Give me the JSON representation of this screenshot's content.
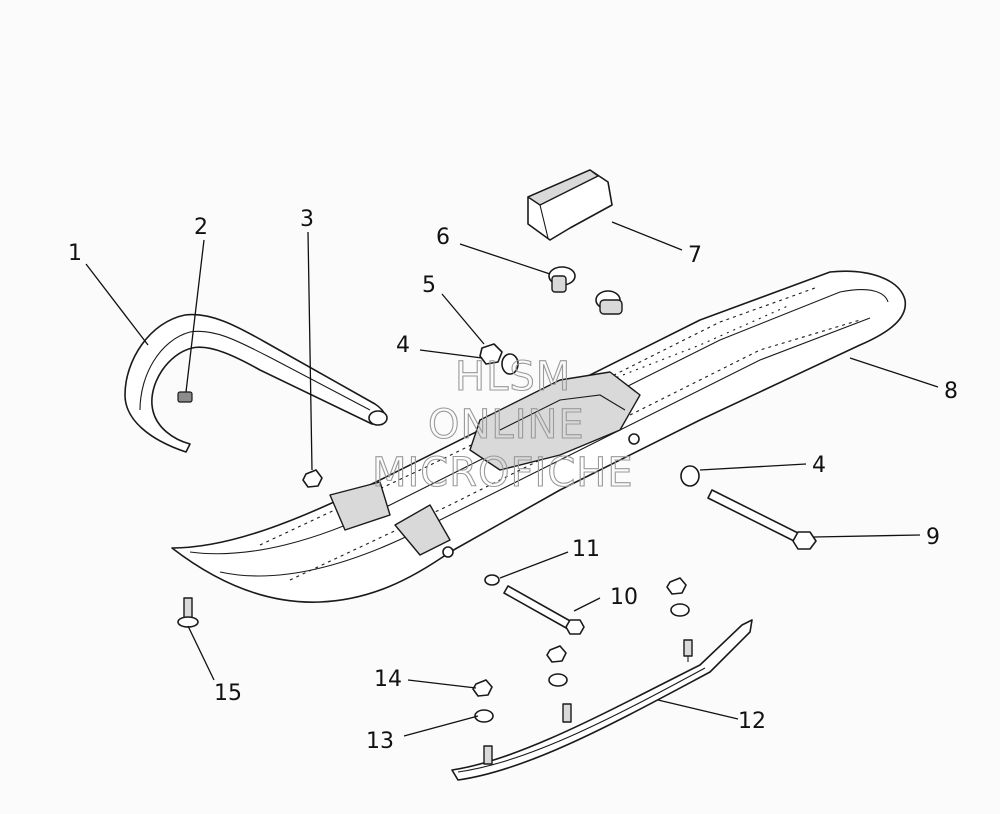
{
  "callouts": [
    {
      "id": "1",
      "text": "1"
    },
    {
      "id": "2",
      "text": "2"
    },
    {
      "id": "3",
      "text": "3"
    },
    {
      "id": "4a",
      "text": "4"
    },
    {
      "id": "4b",
      "text": "4"
    },
    {
      "id": "5",
      "text": "5"
    },
    {
      "id": "6",
      "text": "6"
    },
    {
      "id": "7",
      "text": "7"
    },
    {
      "id": "8",
      "text": "8"
    },
    {
      "id": "9",
      "text": "9"
    },
    {
      "id": "10",
      "text": "10"
    },
    {
      "id": "11",
      "text": "11"
    },
    {
      "id": "12",
      "text": "12"
    },
    {
      "id": "13",
      "text": "13"
    },
    {
      "id": "14",
      "text": "14"
    },
    {
      "id": "15",
      "text": "15"
    }
  ],
  "watermark": {
    "line1": "HLSM",
    "line2": "ONLINE",
    "line3": "MICROFICHE"
  }
}
